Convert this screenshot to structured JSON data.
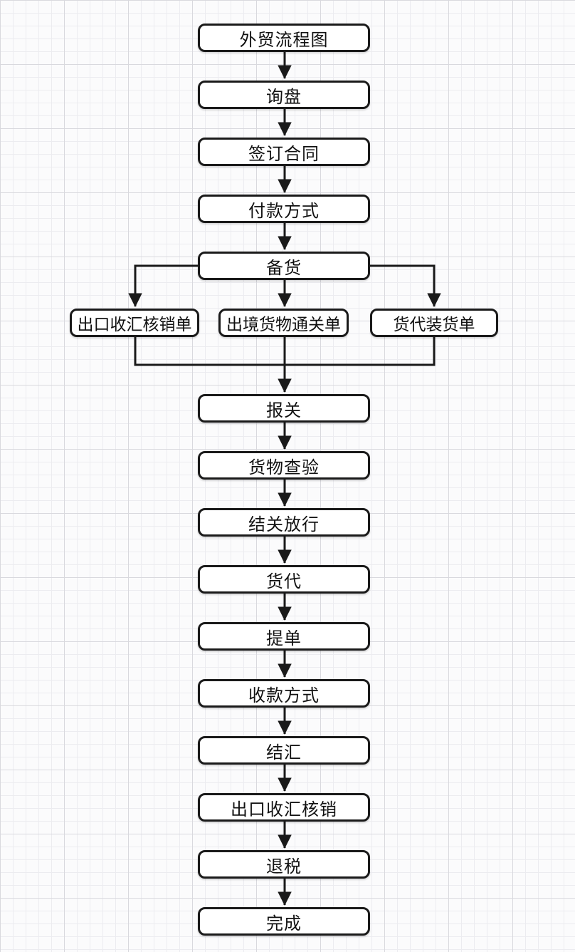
{
  "diagram": {
    "title": "外贸流程图",
    "type": "flowchart",
    "colors": {
      "node_border": "#1a1a1a",
      "node_fill": "#ffffff",
      "connector": "#1a1a1a",
      "background": "#fbfbfc",
      "grid_minor": "#ececf0",
      "grid_major": "#d9d9de"
    },
    "nodes": [
      {
        "id": "title",
        "label": "外贸流程图"
      },
      {
        "id": "inquiry",
        "label": "询盘"
      },
      {
        "id": "sign-contract",
        "label": "签订合同"
      },
      {
        "id": "payment-method",
        "label": "付款方式"
      },
      {
        "id": "prepare-goods",
        "label": "备货"
      },
      {
        "id": "export-fx-verification-form",
        "label": "出口收汇核销单"
      },
      {
        "id": "exit-goods-clearance-form",
        "label": "出境货物通关单"
      },
      {
        "id": "forwarder-loading-list",
        "label": "货代装货单"
      },
      {
        "id": "customs-declaration",
        "label": "报关"
      },
      {
        "id": "goods-inspection",
        "label": "货物查验"
      },
      {
        "id": "customs-release",
        "label": "结关放行"
      },
      {
        "id": "freight-forwarder",
        "label": "货代"
      },
      {
        "id": "bill-of-lading",
        "label": "提单"
      },
      {
        "id": "collection-method",
        "label": "收款方式"
      },
      {
        "id": "fx-settlement",
        "label": "结汇"
      },
      {
        "id": "export-fx-verification",
        "label": "出口收汇核销"
      },
      {
        "id": "tax-refund",
        "label": "退税"
      },
      {
        "id": "complete",
        "label": "完成"
      }
    ],
    "edges": [
      {
        "from": "title",
        "to": "inquiry"
      },
      {
        "from": "inquiry",
        "to": "sign-contract"
      },
      {
        "from": "sign-contract",
        "to": "payment-method"
      },
      {
        "from": "payment-method",
        "to": "prepare-goods"
      },
      {
        "from": "prepare-goods",
        "to": "export-fx-verification-form"
      },
      {
        "from": "prepare-goods",
        "to": "exit-goods-clearance-form"
      },
      {
        "from": "prepare-goods",
        "to": "forwarder-loading-list"
      },
      {
        "from": "export-fx-verification-form",
        "to": "customs-declaration"
      },
      {
        "from": "exit-goods-clearance-form",
        "to": "customs-declaration"
      },
      {
        "from": "forwarder-loading-list",
        "to": "customs-declaration"
      },
      {
        "from": "customs-declaration",
        "to": "goods-inspection"
      },
      {
        "from": "goods-inspection",
        "to": "customs-release"
      },
      {
        "from": "customs-release",
        "to": "freight-forwarder"
      },
      {
        "from": "freight-forwarder",
        "to": "bill-of-lading"
      },
      {
        "from": "bill-of-lading",
        "to": "collection-method"
      },
      {
        "from": "collection-method",
        "to": "fx-settlement"
      },
      {
        "from": "fx-settlement",
        "to": "export-fx-verification"
      },
      {
        "from": "export-fx-verification",
        "to": "tax-refund"
      },
      {
        "from": "tax-refund",
        "to": "complete"
      }
    ]
  }
}
